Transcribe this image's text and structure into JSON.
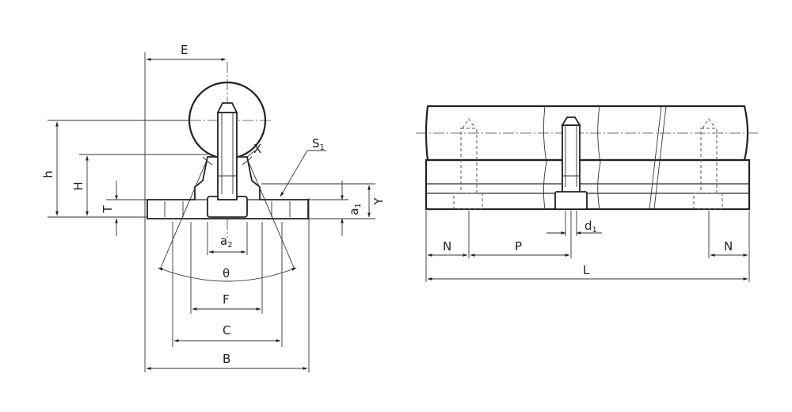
{
  "front_view": {
    "labels": {
      "E": "E",
      "h": "h",
      "H": "H",
      "T": "T",
      "X": "X",
      "S1_main": "S",
      "S1_sub": "1",
      "Y": "Y",
      "a1_main": "a",
      "a1_sub": "1",
      "a2_main": "a",
      "a2_sub": "2",
      "theta": "θ",
      "F": "F",
      "C": "C",
      "B": "B"
    }
  },
  "side_view": {
    "labels": {
      "d1_main": "d",
      "d1_sub": "1",
      "N_left": "N",
      "P": "P",
      "N_right": "N",
      "L": "L"
    }
  }
}
